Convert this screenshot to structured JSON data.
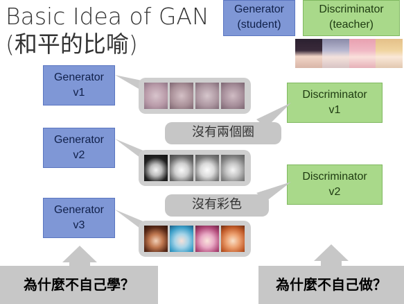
{
  "title": {
    "line1": "Basic Idea of GAN",
    "line2": "(和平的比喻)"
  },
  "legend": {
    "generator": {
      "line1": "Generator",
      "line2": "(student)"
    },
    "discriminator": {
      "line1": "Discriminator",
      "line2": "(teacher)"
    }
  },
  "generators": [
    {
      "name": "Generator",
      "version": "v1"
    },
    {
      "name": "Generator",
      "version": "v2"
    },
    {
      "name": "Generator",
      "version": "v3"
    }
  ],
  "discriminators": [
    {
      "name": "Discriminator",
      "version": "v1"
    },
    {
      "name": "Discriminator",
      "version": "v2"
    }
  ],
  "feedback": [
    "沒有兩個圈",
    "沒有彩色"
  ],
  "callouts": {
    "left": "為什麼不自己學？",
    "right": "為什麼不自己做？"
  },
  "colors": {
    "generator_box": "#7f97d6",
    "discriminator_box": "#a9d98a",
    "bubble_gray": "#c6c6c6"
  }
}
